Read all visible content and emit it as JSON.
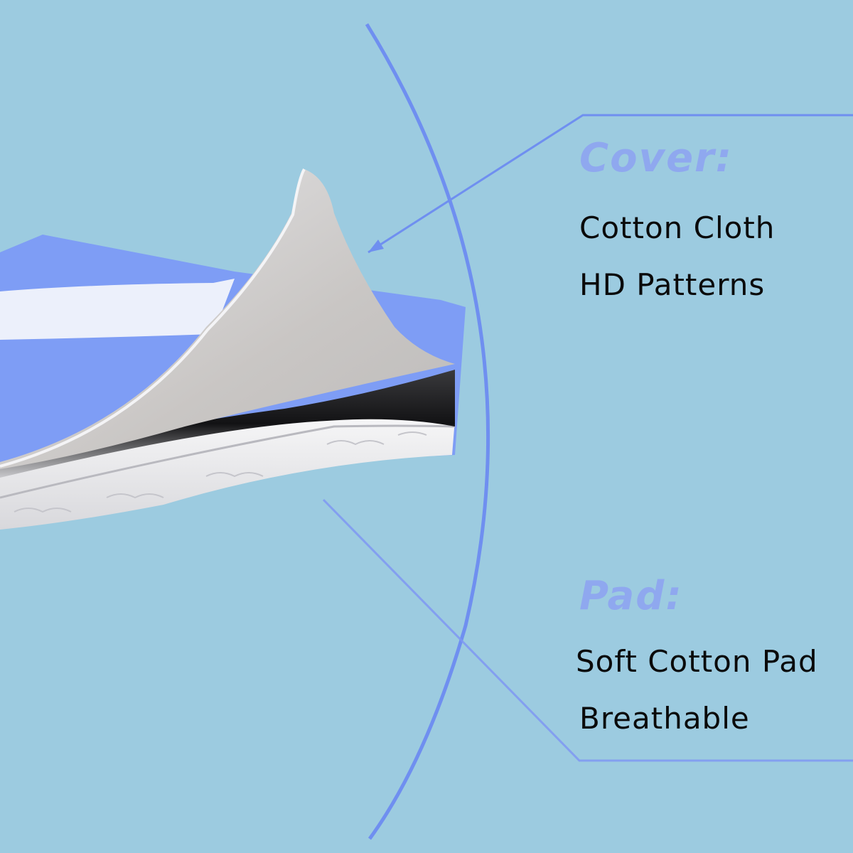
{
  "colors": {
    "background": "#9ccbe0",
    "accent_lines": "#6f8ff0",
    "heading_text": "#8fa8ef",
    "body_text": "#0a0a0a",
    "cover_fabric": "#7e9df5",
    "inner_layer": "#cfd0d4",
    "dark_layer": "#1b1b1d",
    "pad_layer": "#ececef"
  },
  "cover": {
    "heading": "Cover:",
    "lines": [
      "Cotton Cloth",
      "HD Patterns"
    ]
  },
  "pad": {
    "heading": "Pad:",
    "lines": [
      "Soft Cotton Pad",
      "Breathable"
    ]
  }
}
